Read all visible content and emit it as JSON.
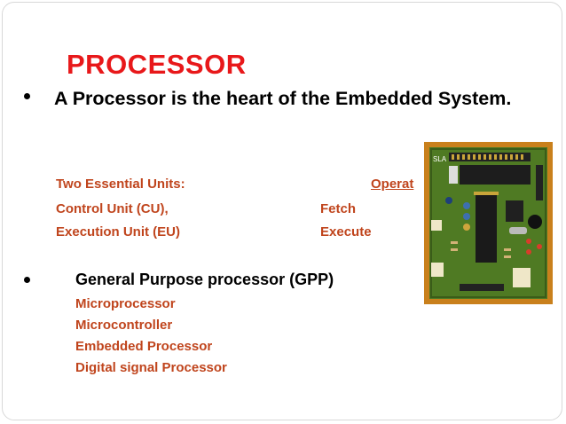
{
  "slide": {
    "title": "PROCESSOR",
    "bullet1": "A Processor is the heart of the Embedded System.",
    "units": {
      "heading": "Two Essential Units:",
      "operations_heading": "Operat",
      "rows": [
        {
          "unit": "Control Unit (CU),",
          "operation": "Fetch"
        },
        {
          "unit": "Execution Unit (EU)",
          "operation": "Execute"
        }
      ]
    },
    "bullet2": "General Purpose processor (GPP)",
    "gpp_items": [
      "Microprocessor",
      "Microcontroller",
      "Embedded Processor",
      "Digital signal Processor"
    ]
  },
  "colors": {
    "title": "#e8181a",
    "subtext": "#c0451d",
    "board": "#4f7a23"
  },
  "image": {
    "name": "microcontroller-board-photo",
    "label": "SLA"
  }
}
